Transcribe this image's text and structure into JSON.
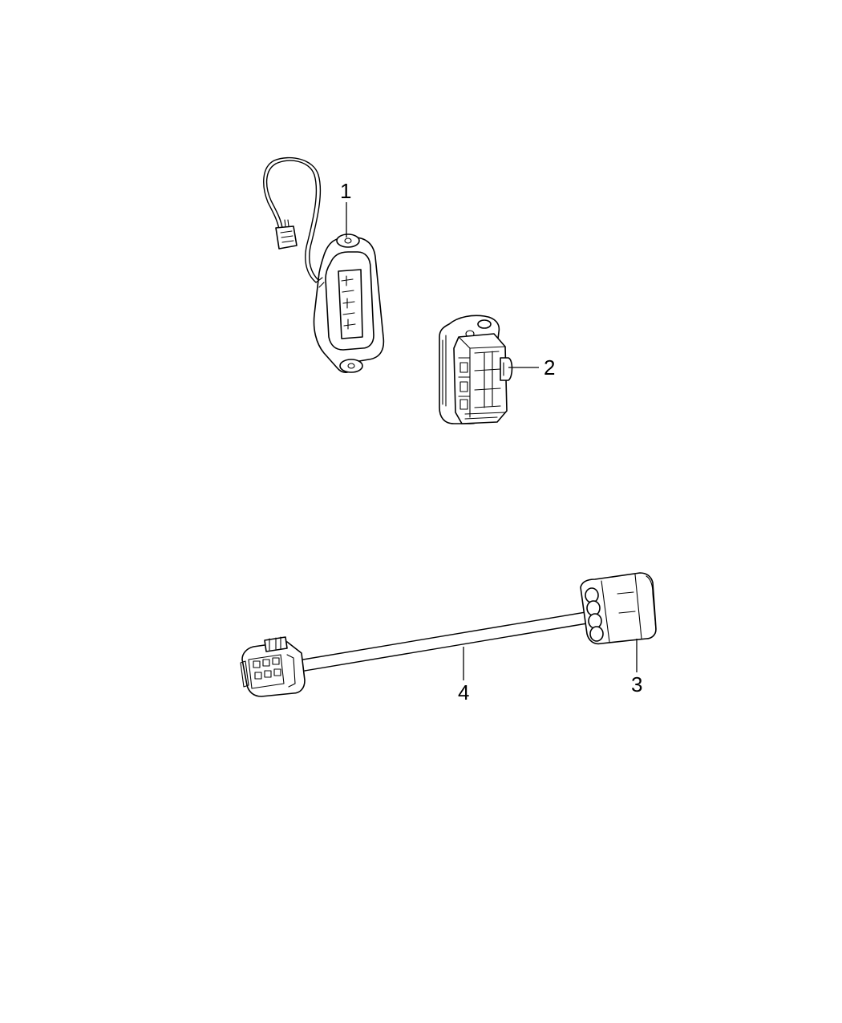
{
  "callouts": {
    "part_1": "1",
    "part_2": "2",
    "part_3": "3",
    "part_4": "4"
  },
  "colors": {
    "line": "#000000",
    "background": "#ffffff"
  }
}
